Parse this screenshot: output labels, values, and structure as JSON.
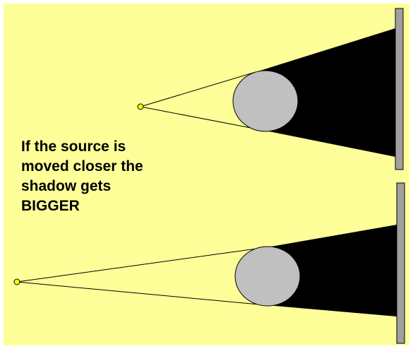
{
  "colors": {
    "background": "#ffff99",
    "shadow": "#000000",
    "object": "#c0c0c0",
    "screen": "#a0a0a0",
    "source": "#ffff00"
  },
  "caption": {
    "lines": [
      "If the source is",
      "moved closer the",
      "shadow gets",
      "BIGGER"
    ]
  },
  "scenes": [
    {
      "name": "source-closer",
      "shadow_size": "bigger"
    },
    {
      "name": "source-farther",
      "shadow_size": "smaller"
    }
  ]
}
